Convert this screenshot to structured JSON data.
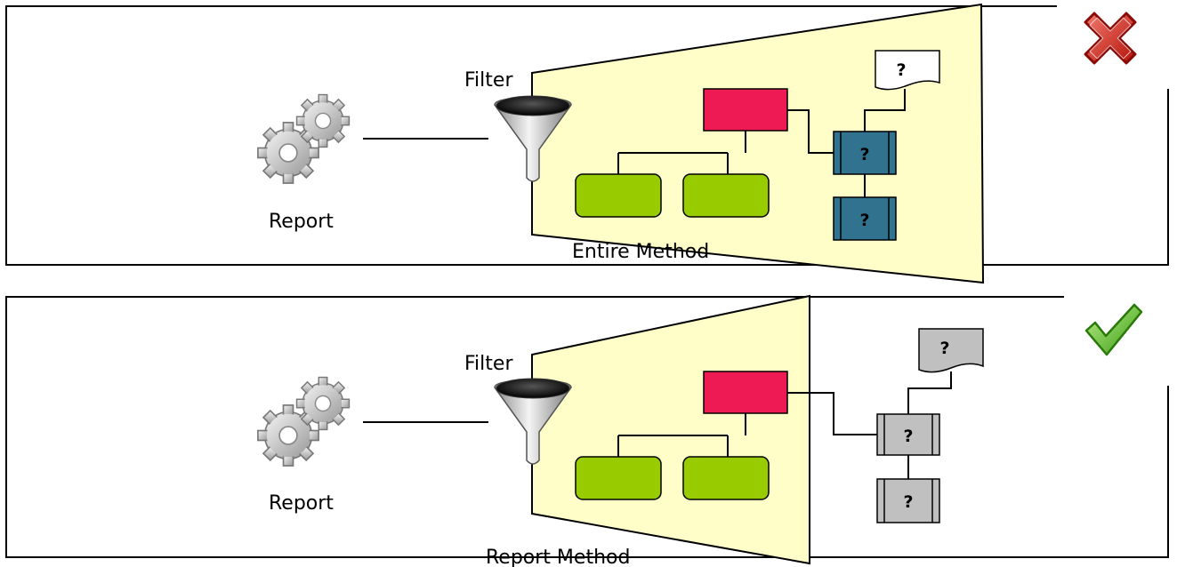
{
  "panels": [
    {
      "id": "top",
      "verdict": "incorrect",
      "verdict_icon": "red-x-icon",
      "source_label": "Report",
      "source_icon": "gears-icon",
      "filter_label": "Filter",
      "filter_icon": "funnel-icon",
      "scope_label": "Entire Method",
      "scope_includes_question_nodes": true,
      "question_mark": "?",
      "colors": {
        "scope_fill": "#fffdc8",
        "root": "#ee1a54",
        "child": "#99cc00",
        "question_in_scope": "#31738f",
        "question_out_scope": "#c0c0c0"
      }
    },
    {
      "id": "bottom",
      "verdict": "correct",
      "verdict_icon": "green-check-icon",
      "source_label": "Report",
      "source_icon": "gears-icon",
      "filter_label": "Filter",
      "filter_icon": "funnel-icon",
      "scope_label": "Report Method",
      "scope_includes_question_nodes": false,
      "question_mark": "?",
      "colors": {
        "scope_fill": "#fffdc8",
        "root": "#ee1a54",
        "child": "#99cc00",
        "question_in_scope": "#31738f",
        "question_out_scope": "#c0c0c0"
      }
    }
  ]
}
